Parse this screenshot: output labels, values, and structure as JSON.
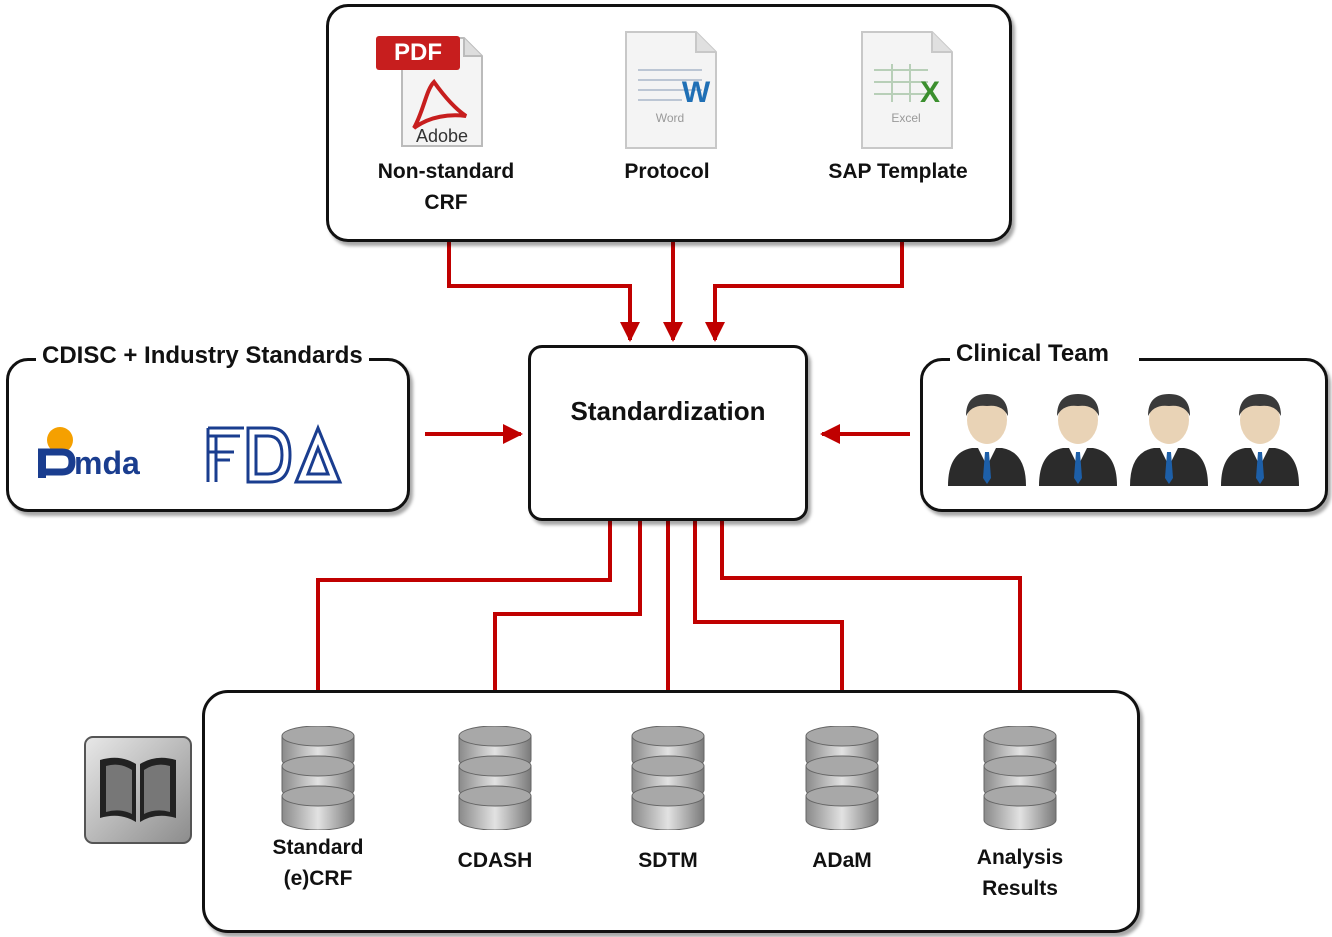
{
  "inputs": {
    "crf": {
      "icon": "pdf-file-icon",
      "icon_badge": "PDF",
      "icon_brand": "Adobe",
      "label": "Non-standard\nCRF"
    },
    "protocol": {
      "icon": "word-file-icon",
      "icon_letter": "W",
      "icon_caption": "Word",
      "label": "Protocol"
    },
    "sap": {
      "icon": "excel-file-icon",
      "icon_letter": "X",
      "icon_caption": "Excel",
      "label": "SAP Template"
    }
  },
  "standards": {
    "title": "CDISC + Industry Standards",
    "logos": [
      "pmda-logo",
      "fda-logo"
    ],
    "pmda_text": "mda",
    "fda_text": "FDA"
  },
  "center": {
    "title": "Standardization"
  },
  "team": {
    "title": "Clinical Team",
    "members": 4,
    "icon": "person-icon"
  },
  "outputs": {
    "icon": "book-icon",
    "items": [
      {
        "label": "Standard\n(e)CRF",
        "icon": "database-icon"
      },
      {
        "label": "CDASH",
        "icon": "database-icon"
      },
      {
        "label": "SDTM",
        "icon": "database-icon"
      },
      {
        "label": "ADaM",
        "icon": "database-icon"
      },
      {
        "label": "Analysis\nResults",
        "icon": "database-icon"
      }
    ]
  },
  "colors": {
    "arrow": "#c00000",
    "border": "#111111",
    "database": "#a8a8a8"
  }
}
